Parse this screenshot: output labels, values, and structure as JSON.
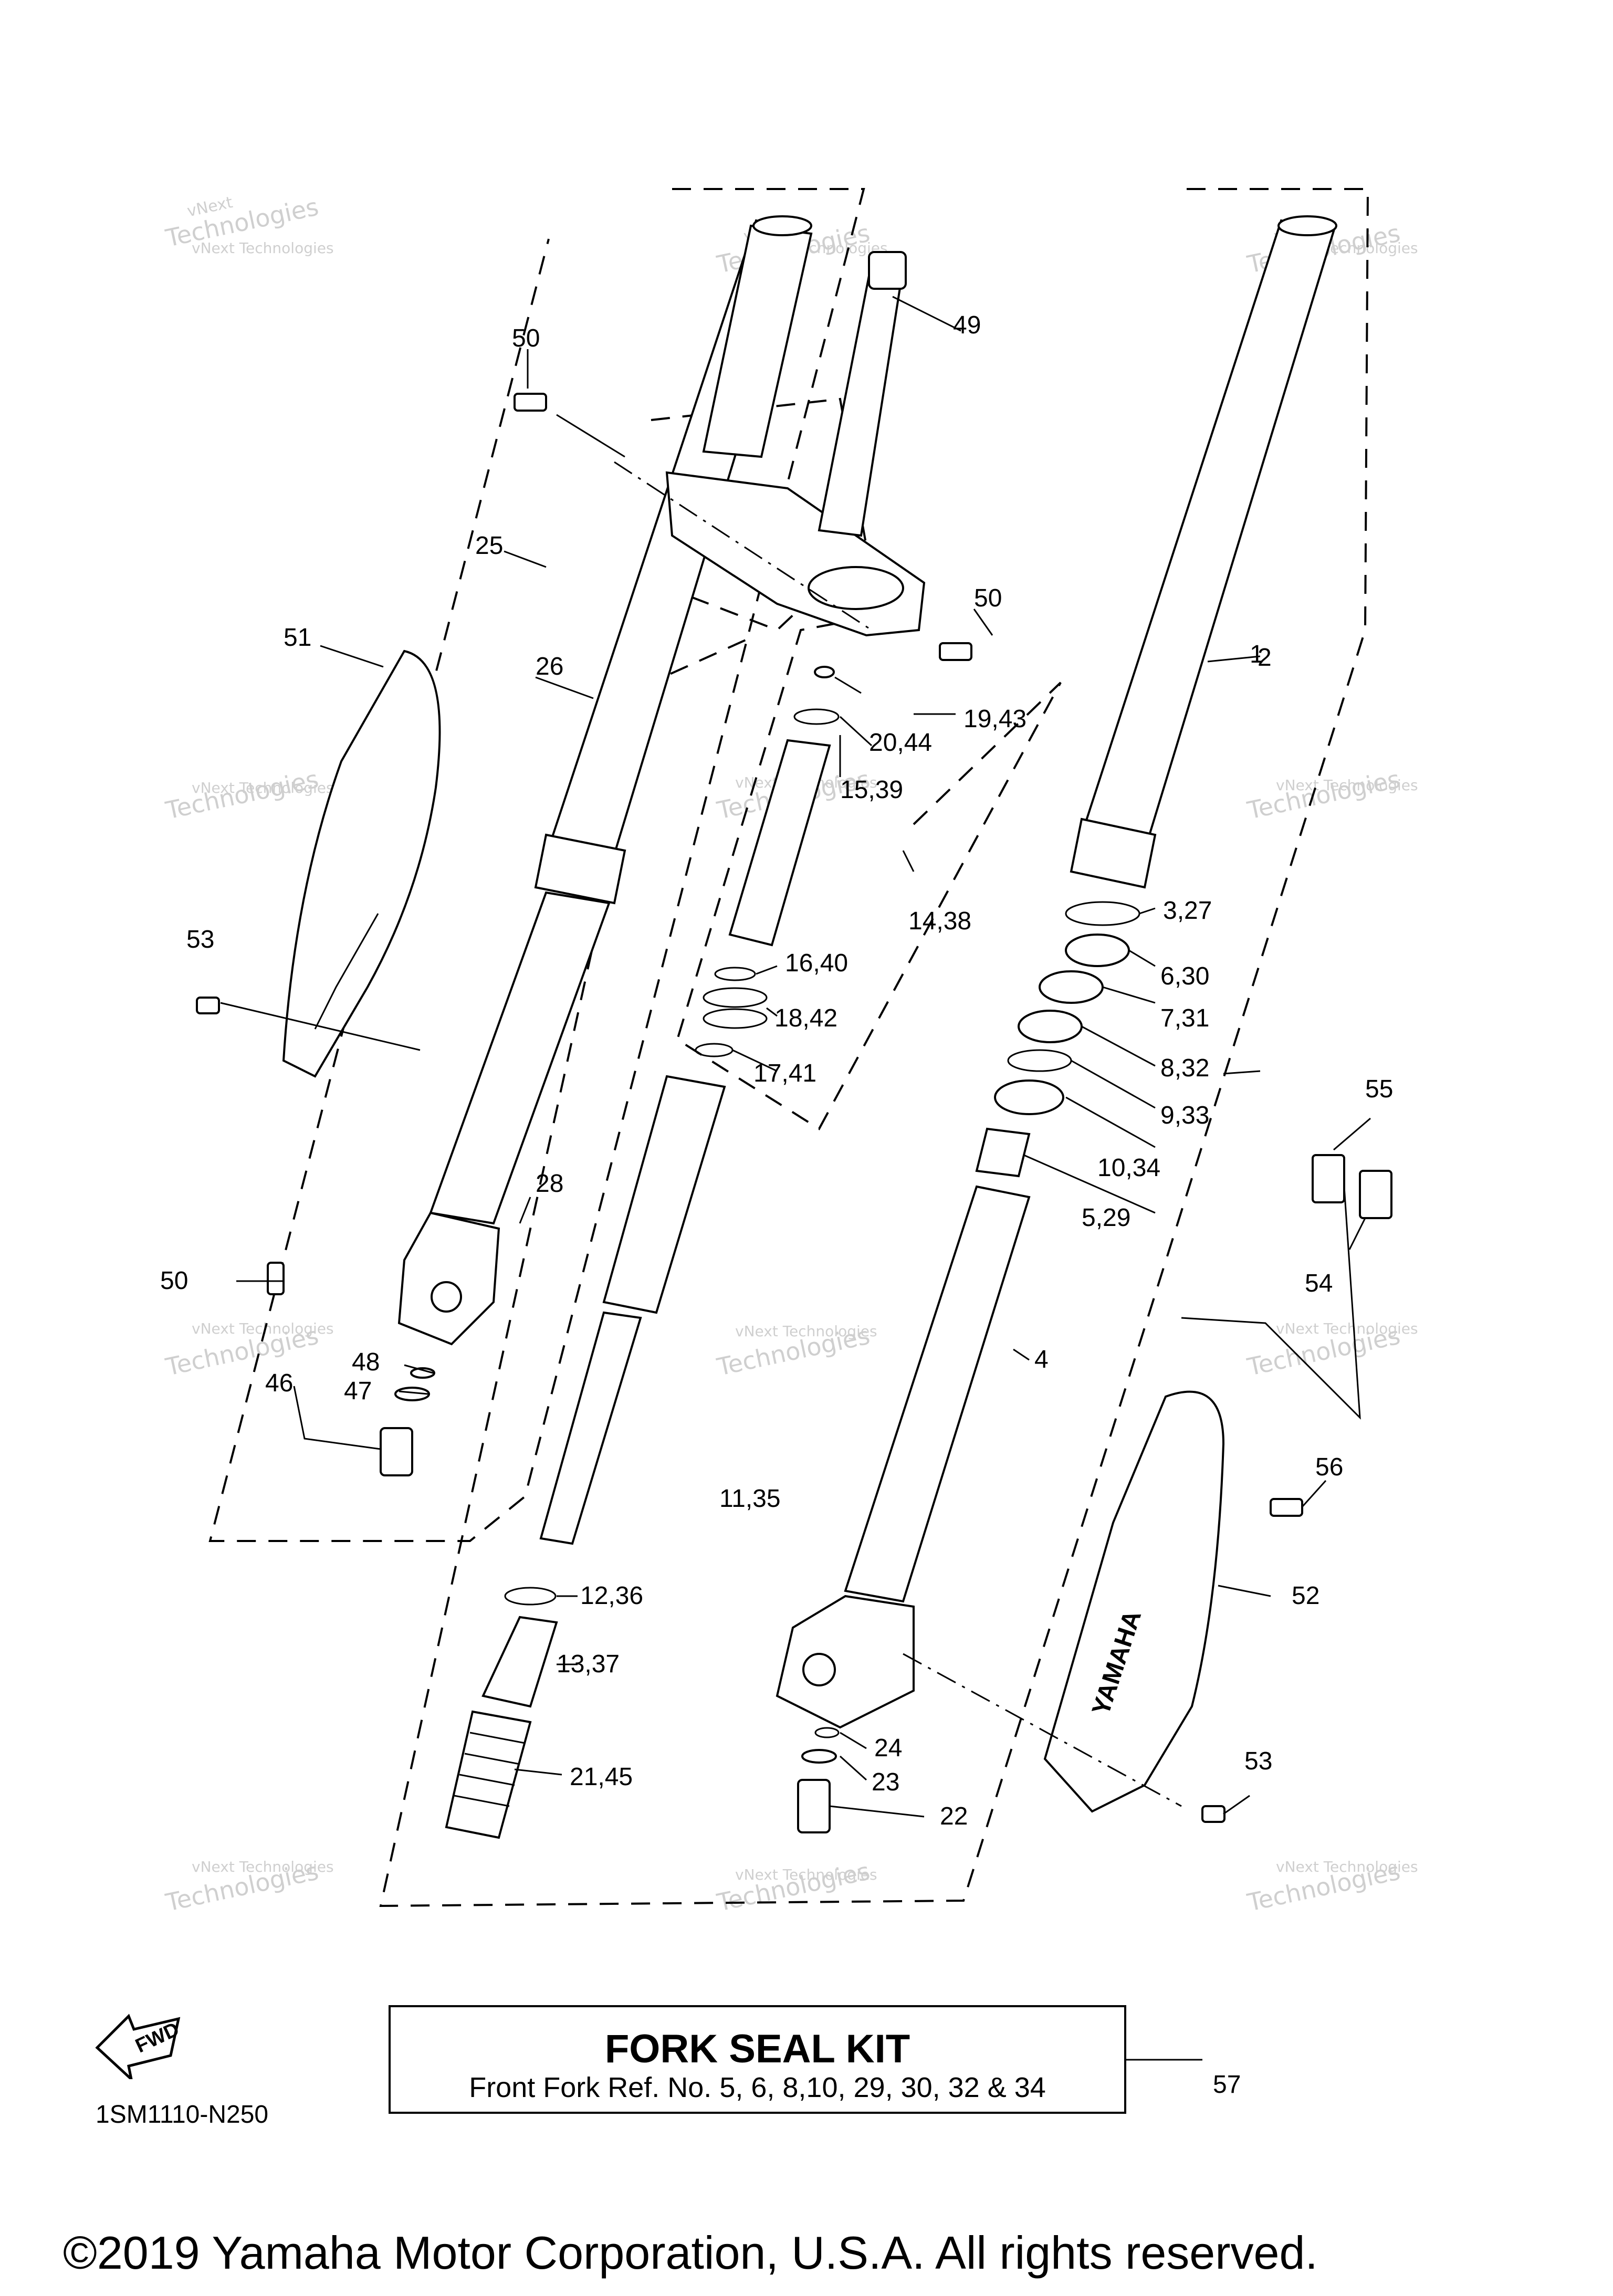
{
  "callouts": [
    {
      "id": "c1",
      "label": "1"
    },
    {
      "id": "c2",
      "label": "2"
    },
    {
      "id": "c3",
      "label": "3,27"
    },
    {
      "id": "c4",
      "label": "4"
    },
    {
      "id": "c5",
      "label": "5,29"
    },
    {
      "id": "c6",
      "label": "6,30"
    },
    {
      "id": "c7",
      "label": "7,31"
    },
    {
      "id": "c8",
      "label": "8,32"
    },
    {
      "id": "c9",
      "label": "9,33"
    },
    {
      "id": "c10",
      "label": "10,34"
    },
    {
      "id": "c11",
      "label": "11,35"
    },
    {
      "id": "c12",
      "label": "12,36"
    },
    {
      "id": "c13",
      "label": "13,37"
    },
    {
      "id": "c14",
      "label": "14,38"
    },
    {
      "id": "c15",
      "label": "15,39"
    },
    {
      "id": "c16",
      "label": "16,40"
    },
    {
      "id": "c17",
      "label": "17,41"
    },
    {
      "id": "c18",
      "label": "18,42"
    },
    {
      "id": "c19",
      "label": "19,43"
    },
    {
      "id": "c20",
      "label": "20,44"
    },
    {
      "id": "c21",
      "label": "21,45"
    },
    {
      "id": "c22",
      "label": "22"
    },
    {
      "id": "c23",
      "label": "23"
    },
    {
      "id": "c24",
      "label": "24"
    },
    {
      "id": "c25",
      "label": "25"
    },
    {
      "id": "c26",
      "label": "26"
    },
    {
      "id": "c28",
      "label": "28"
    },
    {
      "id": "c46",
      "label": "46"
    },
    {
      "id": "c47",
      "label": "47"
    },
    {
      "id": "c48",
      "label": "48"
    },
    {
      "id": "c49",
      "label": "49"
    },
    {
      "id": "c50a",
      "label": "50"
    },
    {
      "id": "c50b",
      "label": "50"
    },
    {
      "id": "c50c",
      "label": "50"
    },
    {
      "id": "c51",
      "label": "51"
    },
    {
      "id": "c52",
      "label": "52"
    },
    {
      "id": "c53a",
      "label": "53"
    },
    {
      "id": "c53b",
      "label": "53"
    },
    {
      "id": "c54",
      "label": "54"
    },
    {
      "id": "c55",
      "label": "55"
    },
    {
      "id": "c56",
      "label": "56"
    }
  ],
  "kit": {
    "title": "FORK SEAL KIT",
    "text": "Front Fork Ref. No. 5, 6, 8,10, 29, 30, 32 & 34",
    "ref": "57"
  },
  "fwd_label": "FWD",
  "diagram_code": "1SM1110-N250",
  "copyright": "©2019 Yamaha Motor Corporation, U.S.A. All rights reserved.",
  "watermark": {
    "line1": "vNext Technologies",
    "line2": "Technologies",
    "line3": "vNext"
  },
  "cover_text": "YAMAHA"
}
